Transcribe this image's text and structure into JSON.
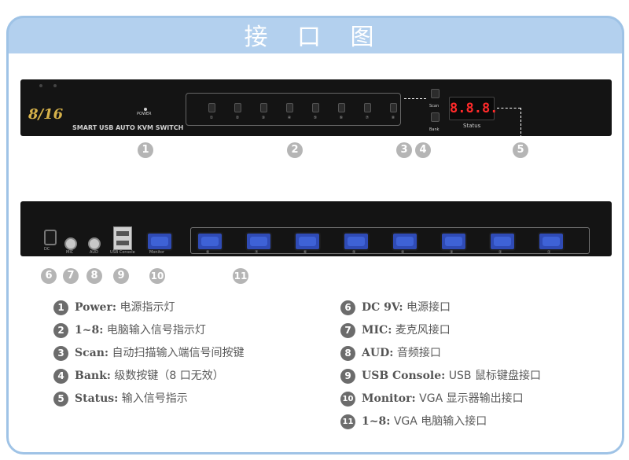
{
  "title": "接 口 图",
  "front_panel": {
    "brand": "8/16",
    "model": "SMART USB AUTO KVM SWITCH",
    "power_label": "POWER",
    "port_numbers": [
      "①",
      "②",
      "③",
      "④",
      "⑤",
      "⑥",
      "⑦",
      "⑧"
    ],
    "scan_label": "Scan",
    "bank_label": "Bank",
    "display_value": "8.8.8.",
    "status_label": "Status"
  },
  "back_panel": {
    "dc_label": "DC",
    "mic_label": "MIC",
    "aud_label": "AUD",
    "usb_label": "USB Console",
    "monitor_label": "Monitor",
    "port_numbers": [
      "⑧",
      "⑦",
      "⑥",
      "⑤",
      "④",
      "③",
      "②",
      "①"
    ]
  },
  "callouts": {
    "front": [
      "1",
      "2",
      "3",
      "4",
      "5"
    ],
    "back": [
      "6",
      "7",
      "8",
      "9",
      "10",
      "11"
    ]
  },
  "legend": {
    "left": [
      {
        "num": "1",
        "key": "Power:",
        "val": "电源指示灯"
      },
      {
        "num": "2",
        "key": "1~8:",
        "val": "电脑输入信号指示灯"
      },
      {
        "num": "3",
        "key": "Scan:",
        "val": "自动扫描输入端信号间按键"
      },
      {
        "num": "4",
        "key": "Bank:",
        "val": "级数按键（8 口无效）"
      },
      {
        "num": "5",
        "key": "Status:",
        "val": "输入信号指示"
      }
    ],
    "right": [
      {
        "num": "6",
        "key": "DC 9V:",
        "val": "电源接口"
      },
      {
        "num": "7",
        "key": "MIC:",
        "val": "麦克风接口"
      },
      {
        "num": "8",
        "key": "AUD:",
        "val": "音频接口"
      },
      {
        "num": "9",
        "key": "USB Console:",
        "val": "USB 鼠标键盘接口"
      },
      {
        "num": "10",
        "key": "Monitor:",
        "val": "VGA 显示器输出接口"
      },
      {
        "num": "11",
        "key": "1~8:",
        "val": "VGA 电脑输入接口"
      }
    ]
  }
}
